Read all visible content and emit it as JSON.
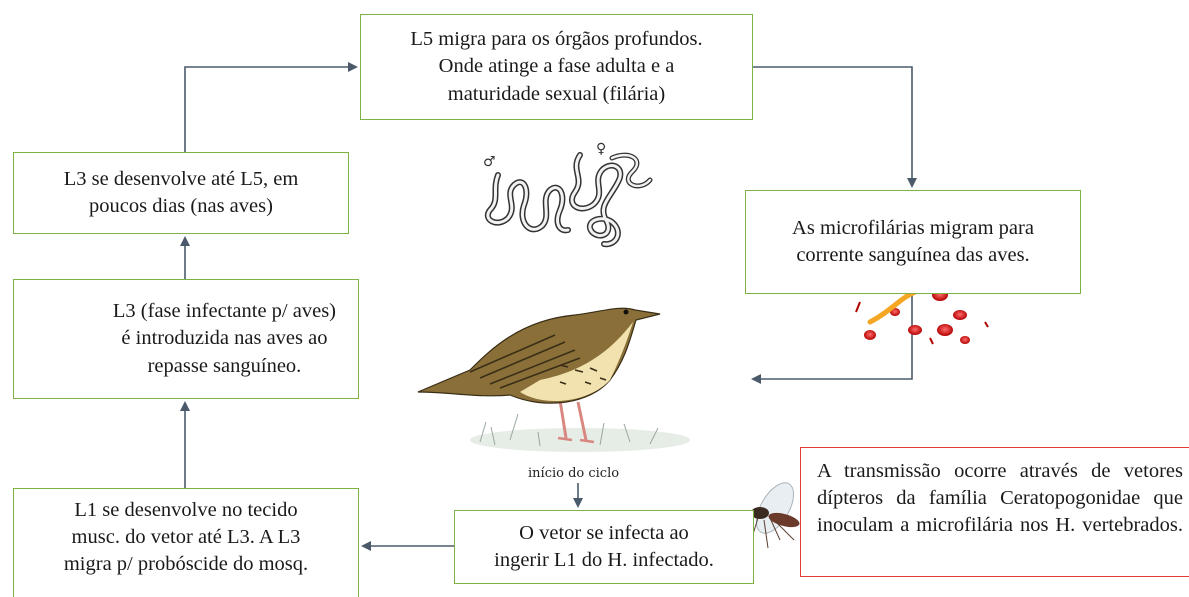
{
  "boxes": {
    "top": "L5 migra para os órgãos profundos.\nOnde atinge a fase adulta e a\nmaturidade sexual (filária)",
    "l3_l5": "L3 se desenvolve até L5, em\npoucos dias (nas aves)",
    "microfilarias": "As microfilárias migram para\ncorrente sanguínea das aves.",
    "l3_infectante": "L3 (fase infectante p/ aves)\né introduzida nas aves ao\nrepasse sanguíneo.",
    "l1": "L1 se desenvolve no tecido\nmusc. do vetor até L3. A L3\nmigra p/ probóscide do mosq.",
    "vetor": "O vetor se infecta ao\ningerir L1 do H. infectado.",
    "transmissao": "A transmissão ocorre através de vetores dípteros da família Ceratopogonidae que inoculam a microfilária nos H. vertebrados."
  },
  "labels": {
    "inicio": "início do ciclo",
    "male_symbol": "♂",
    "female_symbol": "♀"
  },
  "colors": {
    "box_border": "#7cb342",
    "note_border": "#e53935",
    "arrow": "#4a5a6a"
  },
  "icons": [
    "worms-icon",
    "bird-icon",
    "mosquito-icon",
    "blood-cells-icon",
    "skin-insect-icon"
  ]
}
